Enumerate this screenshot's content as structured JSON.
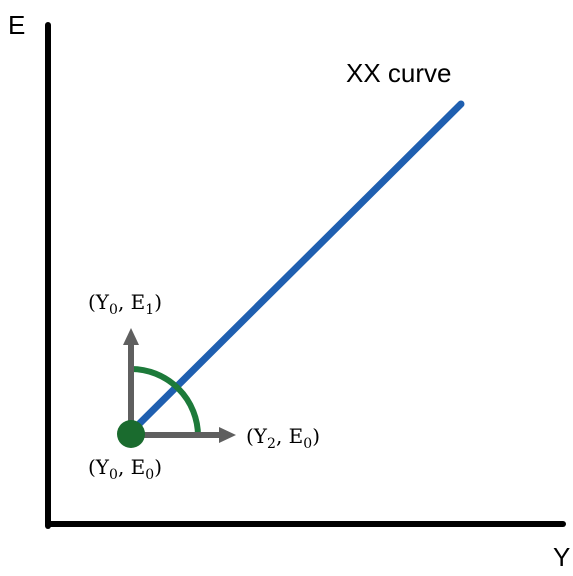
{
  "axes": {
    "y_label": "E",
    "x_label": "Y"
  },
  "curve": {
    "label": "XX curve",
    "color": "#1f5fb0"
  },
  "points": {
    "origin": {
      "label": "(Y",
      "sub1": "0",
      "mid": ", E",
      "sub2": "0",
      "end": ")"
    },
    "up": {
      "label": "(Y",
      "sub1": "0",
      "mid": ", E",
      "sub2": "1",
      "end": ")"
    },
    "right": {
      "label": "(Y",
      "sub1": "2",
      "mid": ", E",
      "sub2": "0",
      "end": ")"
    }
  },
  "colors": {
    "axis": "#000000",
    "arrow": "#5f5f5f",
    "arc": "#1d7a3a",
    "dot": "#1a6b2e"
  }
}
